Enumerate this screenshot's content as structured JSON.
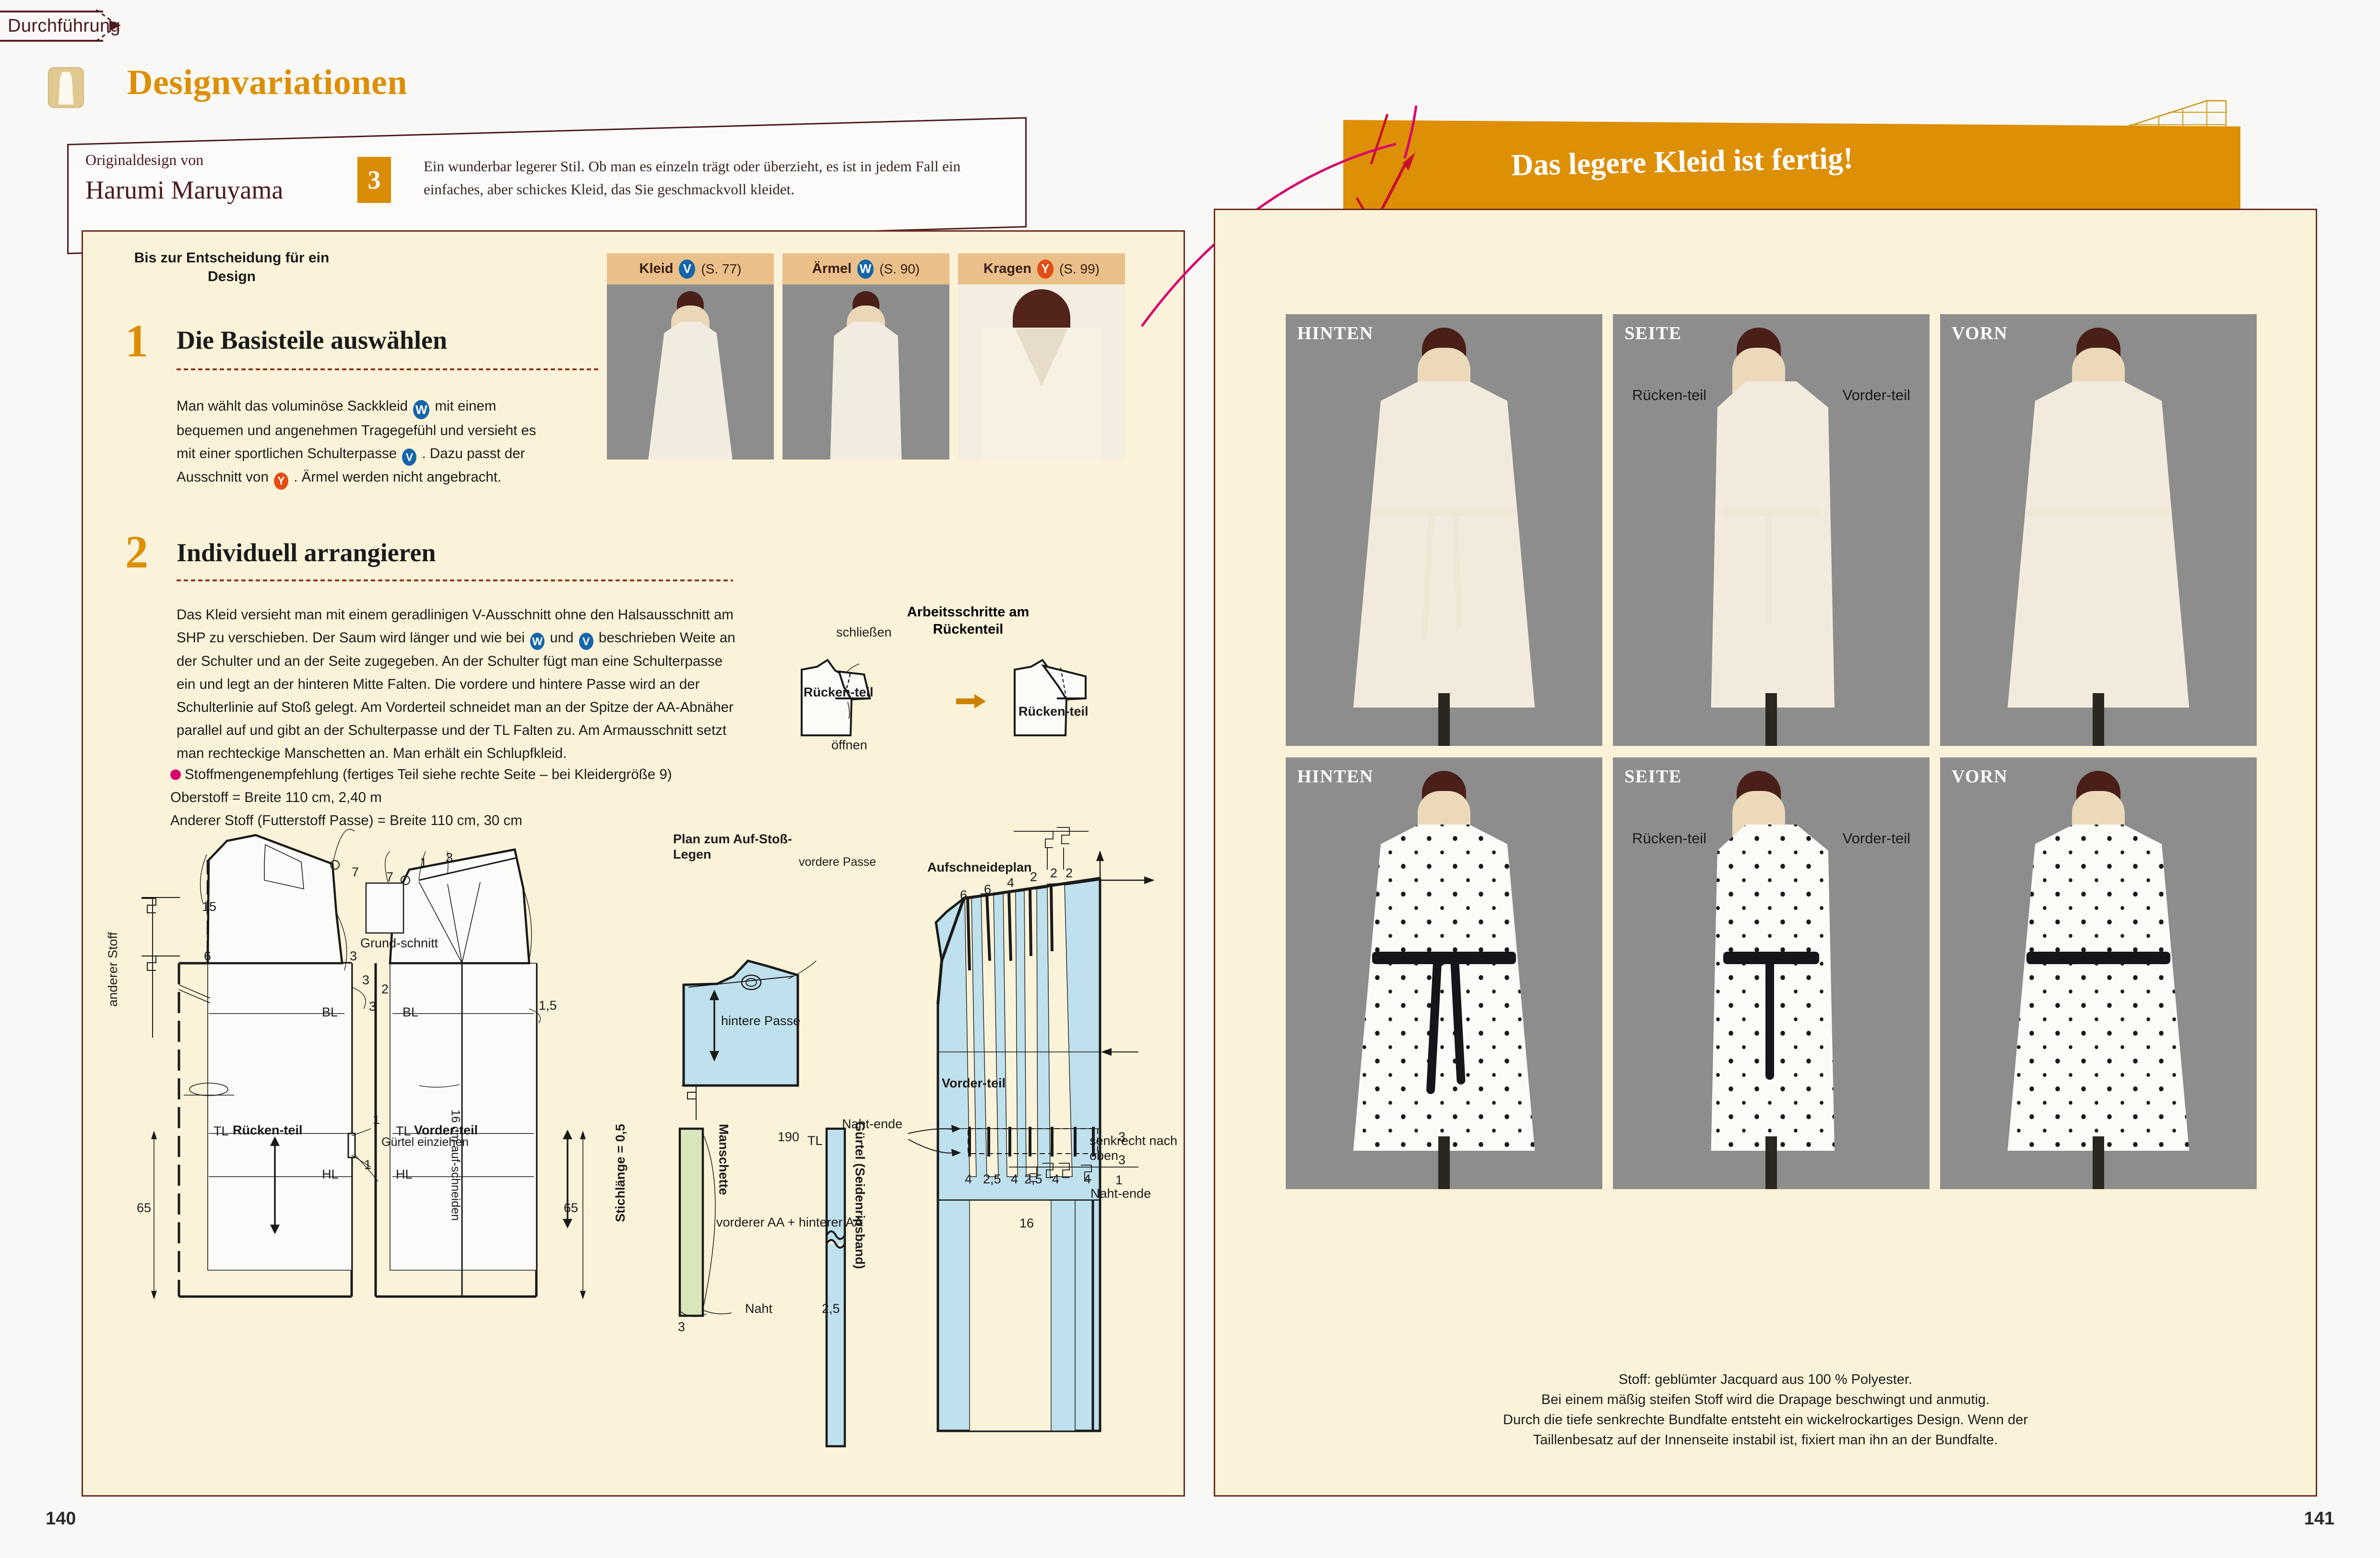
{
  "tab": {
    "label": "Durchführung"
  },
  "header": {
    "title": "Designvariationen",
    "icon": "dress-icon"
  },
  "intro": {
    "original_label": "Originaldesign von",
    "author": "Harumi Maruyama",
    "badge": "3",
    "text": "Ein wunderbar legerer Stil. Ob man es einzeln trägt oder überzieht, es ist in jedem Fall ein einfaches, aber schickes  Kleid, das Sie geschmackvoll kleidet."
  },
  "left_page": {
    "subheading": "Bis zur Entscheidung für ein Design",
    "steps": [
      {
        "num": "1",
        "title": "Die Basisteile auswählen",
        "body_pre": "Man wählt das voluminöse Sackkleid",
        "body_mid1": "mit einem bequemen und angenehmen Tragegefühl und versieht es mit einer sportlichen Schulterpasse",
        "body_mid2": ". Dazu passt der Ausschnitt von",
        "body_end": ". Ärmel werden nicht angebracht.",
        "chip1": "W",
        "chip2": "V",
        "chip3": "Y"
      },
      {
        "num": "2",
        "title": "Individuell arrangieren",
        "body_p1": "Das Kleid versieht man mit einem geradlinigen V-Ausschnitt ohne den Halsausschnitt am SHP zu verschieben. Der Saum wird länger und wie bei",
        "body_p2": "und",
        "body_p3": "beschrieben Weite an der Schulter und an der Seite zugegeben. An der Schulter fügt man eine Schulterpasse ein und legt an der hinteren Mitte Falten. Die vordere und hintere Passe wird an der Schulterlinie auf Stoß gelegt. Am Vorderteil schneidet man an der Spitze der AA-Abnäher parallel auf und gibt an der Schulterpasse und der TL Falten zu. Am Armausschnitt setzt man rechteckige Manschetten an. Man erhält ein Schlupfkleid.",
        "chip1": "W",
        "chip2": "V"
      }
    ],
    "fabric": {
      "heading": "Stoffmengenempfehlung (fertiges Teil siehe rechte Seite – bei Kleidergröße 9)",
      "line1": "Oberstoff =  Breite 110 cm, 2,40 m",
      "line2": "Anderer Stoff (Futterstoff Passe) = Breite 110 cm, 30 cm"
    },
    "thumbnails": [
      {
        "name": "Kleid",
        "chip": "V",
        "chip_color": "blue",
        "page": "(S. 77)"
      },
      {
        "name": "Ärmel",
        "chip": "W",
        "chip_color": "blue",
        "page": "(S. 90)"
      },
      {
        "name": "Kragen",
        "chip": "Y",
        "chip_color": "red",
        "page": "(S. 99)"
      }
    ],
    "arbeitsschritte": {
      "title": "Arbeitsschritte am Rückenteil",
      "schliessen": "schließen",
      "oeffnen": "öffnen",
      "part_left": "Rücken-teil",
      "part_right": "Rücken-teil"
    },
    "pattern_labels": {
      "anderer_stoff": "anderer Stoff",
      "grundschnitt": "Grund-schnitt",
      "rueckenteil": "Rücken-teil",
      "vorderteil": "Vorder-teil",
      "bl": "BL",
      "tl": "TL",
      "hl": "HL",
      "guertel_einziehen": "Gürtel einziehen",
      "auf_schneiden": "16 cm auf-schneiden",
      "plan_title": "Plan zum Auf-Stoß-Legen",
      "vordere_passe": "vordere Passe",
      "hintere_passe": "hintere Passe",
      "manschette": "Manschette",
      "vorderer_aa": "vorderer AA + hinterer AA",
      "naht": "Naht",
      "guertel_band": "Gürtel (Seidenripsband)",
      "stichlaenge": "Stichlänge = 0,5",
      "aufschneideplan": "Aufschneideplan",
      "senkrecht": "senkrecht nach oben",
      "nahtende": "Naht-ende"
    },
    "dimensions": {
      "back": [
        "15",
        "6",
        "3",
        "3",
        "7",
        "1",
        "1",
        "65"
      ],
      "front": [
        "7",
        "1",
        "3",
        "2",
        "3",
        "1,5",
        "65"
      ],
      "cuff": [
        "3"
      ],
      "belt": [
        "190",
        "2,5"
      ],
      "cutplan_top": [
        "6",
        "6",
        "4",
        "2",
        "2",
        "2"
      ],
      "cutplan_bottom": [
        "4",
        "2,5",
        "4",
        "2,5",
        "4",
        "4",
        "1"
      ],
      "cutplan_right": [
        "3",
        "3"
      ],
      "cutplan_width": "16"
    },
    "page_number": "140"
  },
  "right_page": {
    "banner": "Das legere Kleid ist fertig!",
    "photos": [
      {
        "tag": "HINTEN",
        "variant": "plain",
        "view": "back"
      },
      {
        "tag": "SEITE",
        "variant": "plain",
        "view": "side",
        "label_left": "Rücken-teil",
        "label_right": "Vorder-teil"
      },
      {
        "tag": "VORN",
        "variant": "plain",
        "view": "front"
      },
      {
        "tag": "HINTEN",
        "variant": "dotted",
        "view": "back"
      },
      {
        "tag": "SEITE",
        "variant": "dotted",
        "view": "side",
        "label_left": "Rücken-teil",
        "label_right": "Vorder-teil"
      },
      {
        "tag": "VORN",
        "variant": "dotted",
        "view": "front"
      }
    ],
    "caption": [
      "Stoff: geblümter Jacquard aus 100 % Polyester.",
      "Bei einem mäßig steifen Stoff wird die Drapage beschwingt und anmutig.",
      "Durch die tiefe senkrechte Bundfalte entsteht ein wickelrockartiges Design. Wenn der",
      "Taillenbesatz auf der Innenseite instabil ist, fixiert man ihn an der Bundfalte."
    ],
    "page_number": "141"
  },
  "colors": {
    "accent_orange": "#dd8f05",
    "panel_cream": "#fbf3d9",
    "panel_border": "#6b2c20",
    "chip_blue": "#1565a8",
    "chip_red": "#e04e14",
    "bullet_pink": "#d9006e",
    "pattern_blue": "#bfe0ed",
    "pattern_green": "#d9e6bb",
    "photo_bg": "#8d8d8d"
  }
}
